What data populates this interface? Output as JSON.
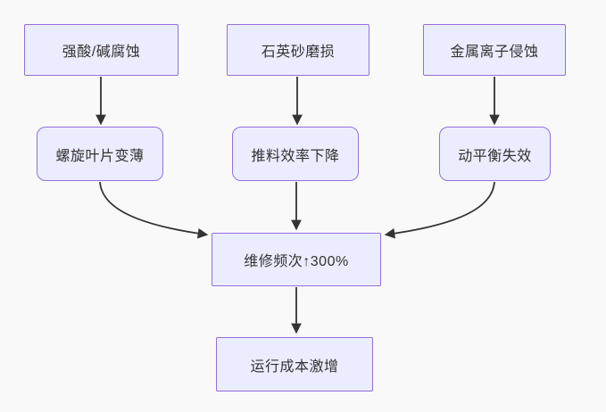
{
  "canvas": {
    "background_color": "#f9f9f9"
  },
  "theme": {
    "node_fill": "#ECECFF",
    "node_border_color": "#9370DB",
    "node_text_color": "#333333",
    "arrow_color": "#333333"
  },
  "diagram": {
    "type": "flowchart",
    "direction": "top-down",
    "nodes": [
      {
        "id": "cause-acid",
        "label": "强酸/碱腐蚀",
        "shape": "rect",
        "row": "causes"
      },
      {
        "id": "cause-sand",
        "label": "石英砂磨损",
        "shape": "rect",
        "row": "causes"
      },
      {
        "id": "cause-metal",
        "label": "金属离子侵蚀",
        "shape": "rect",
        "row": "causes"
      },
      {
        "id": "effect-blade",
        "label": "螺旋叶片变薄",
        "shape": "rounded",
        "row": "effects"
      },
      {
        "id": "effect-efficiency",
        "label": "推料效率下降",
        "shape": "rounded",
        "row": "effects"
      },
      {
        "id": "effect-balance",
        "label": "动平衡失效",
        "shape": "rounded",
        "row": "effects"
      },
      {
        "id": "result-maintenance",
        "label": "维修频次↑300%",
        "shape": "rect",
        "row": "result"
      },
      {
        "id": "result-cost",
        "label": "运行成本激增",
        "shape": "rect",
        "row": "final"
      }
    ],
    "edges": [
      {
        "from": "cause-acid",
        "to": "effect-blade"
      },
      {
        "from": "cause-sand",
        "to": "effect-efficiency"
      },
      {
        "from": "cause-metal",
        "to": "effect-balance"
      },
      {
        "from": "effect-blade",
        "to": "result-maintenance"
      },
      {
        "from": "effect-efficiency",
        "to": "result-maintenance"
      },
      {
        "from": "effect-balance",
        "to": "result-maintenance"
      },
      {
        "from": "result-maintenance",
        "to": "result-cost"
      }
    ]
  }
}
